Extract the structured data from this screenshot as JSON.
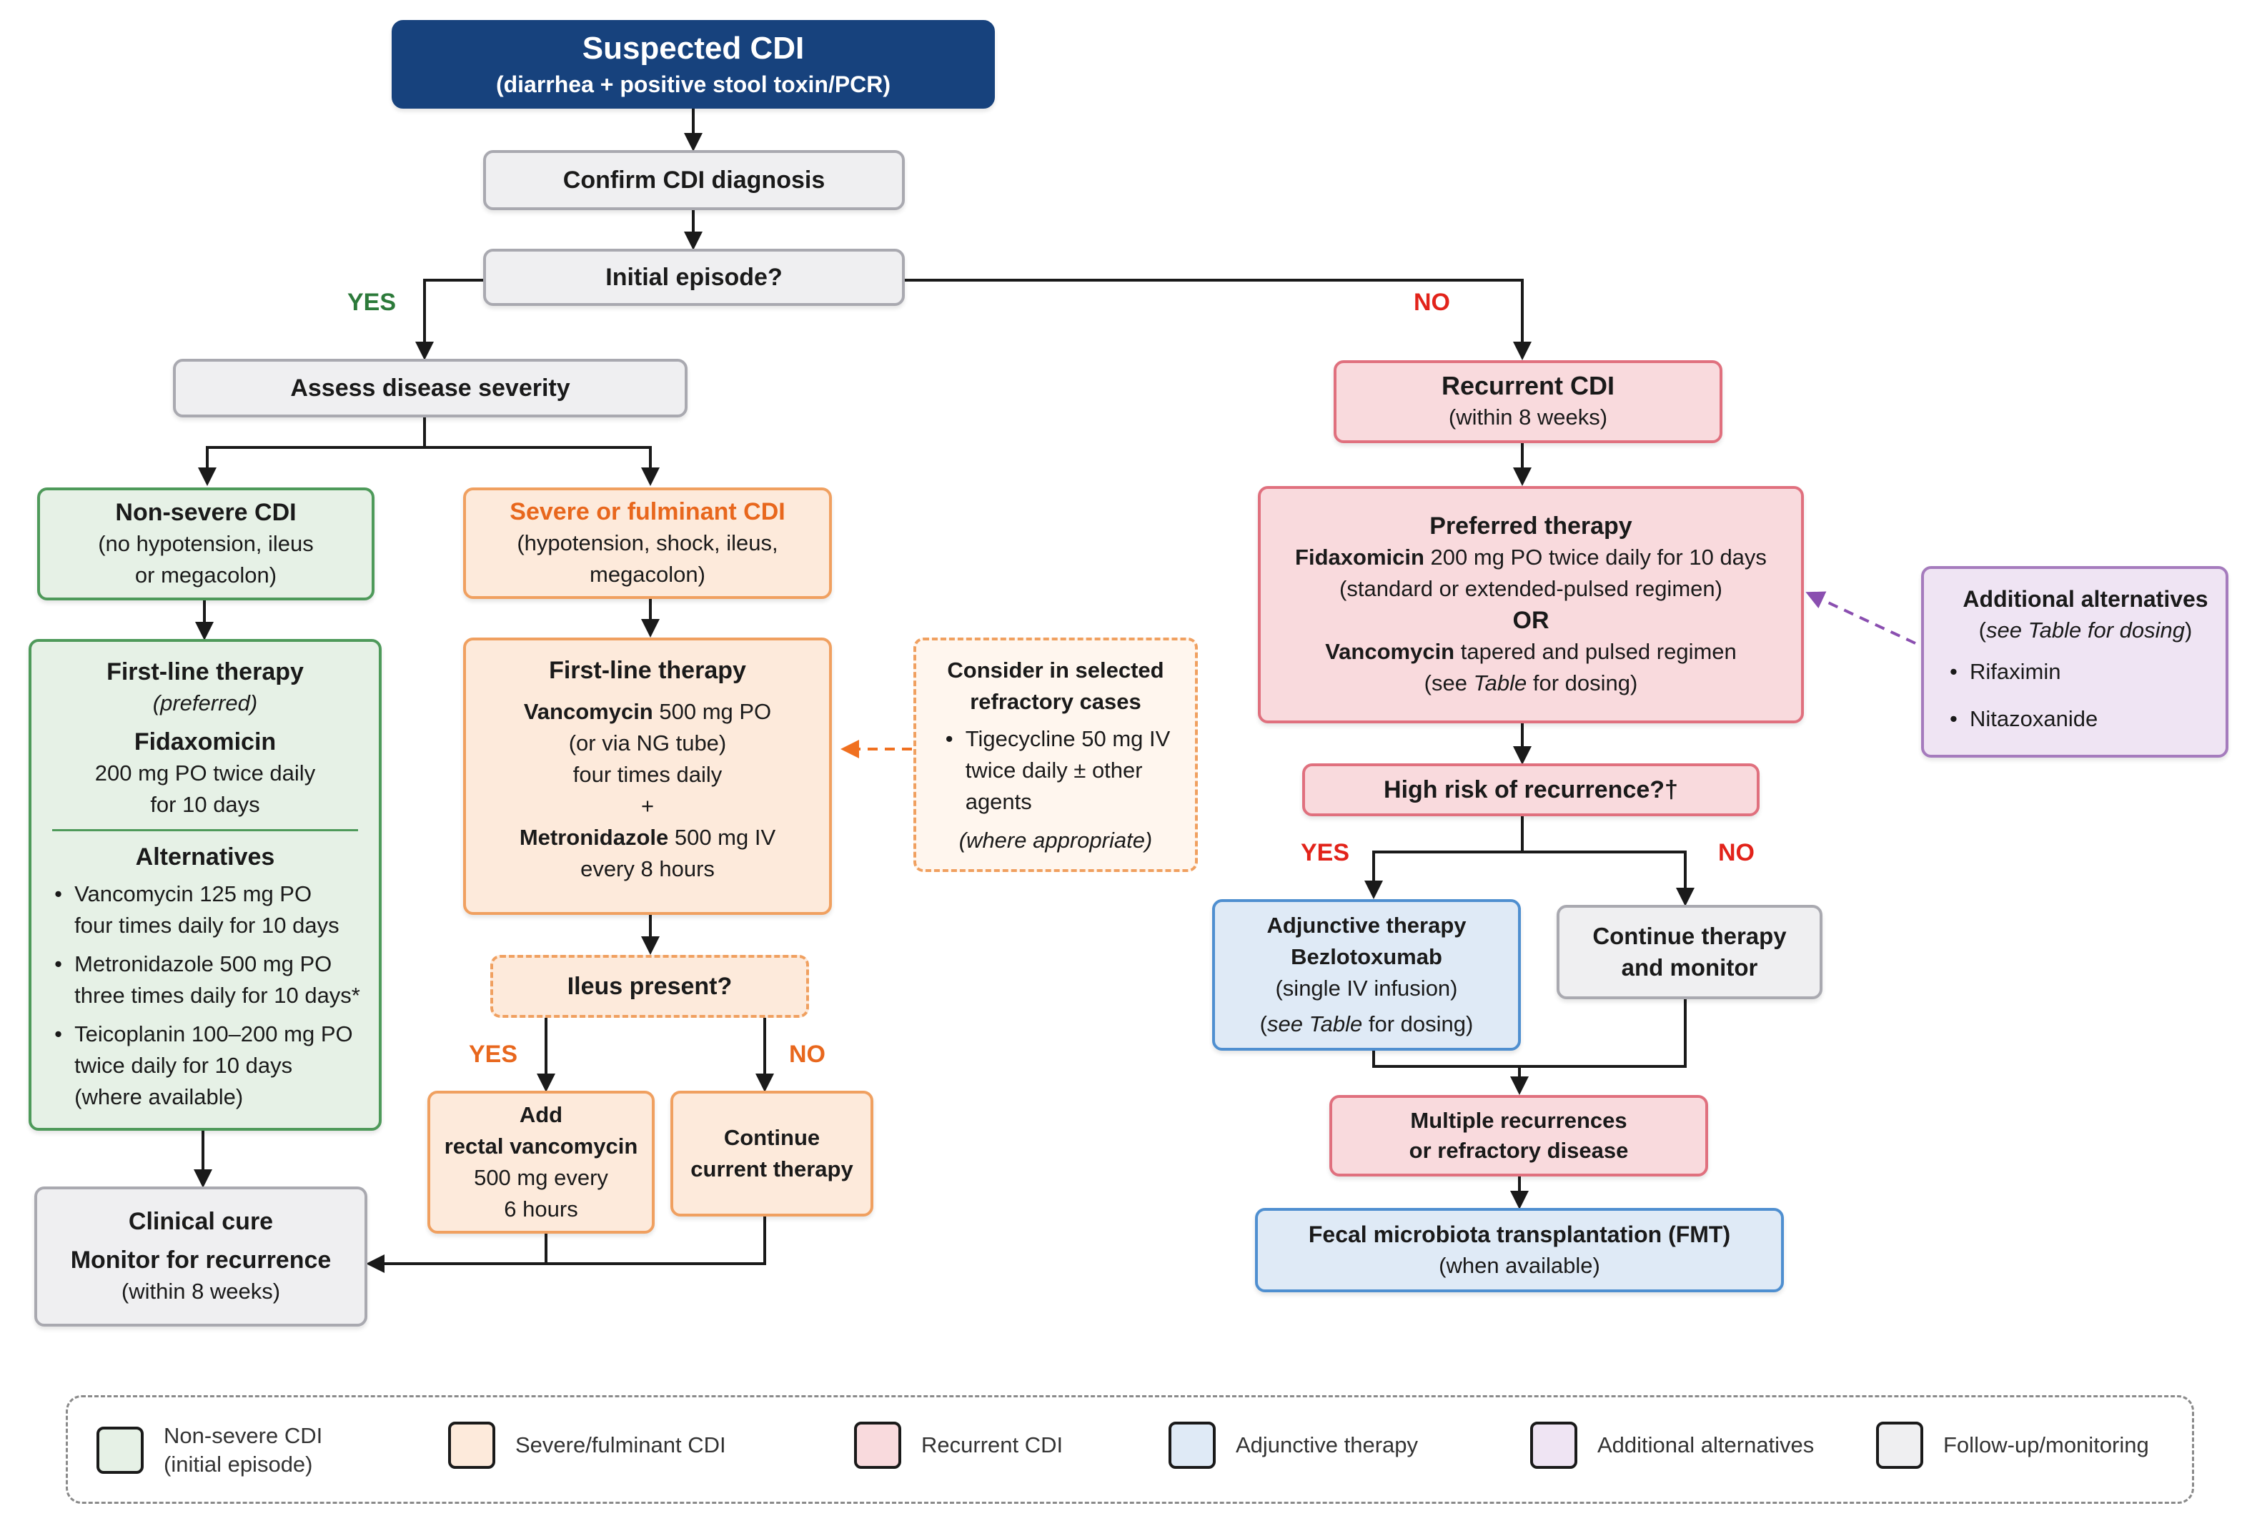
{
  "colors": {
    "header": "#17427d",
    "grey": "#a9a9b0",
    "green": "#4e9a5a",
    "orange": "#f0a060",
    "red": "#e0707e",
    "blue": "#4f8fd0",
    "purple": "#a57bbd",
    "orange_arrow": "#f07020",
    "purple_arrow": "#8a4fb0"
  },
  "nodes": {
    "suspected": {
      "title": "Suspected CDI",
      "subtitle": "(diarrhea + positive stool toxin/PCR)"
    },
    "confirm": {
      "title": "Confirm CDI diagnosis"
    },
    "initial": {
      "title": "Initial episode?"
    },
    "assess": {
      "title": "Assess disease severity"
    },
    "nonsevere": {
      "title": "Non-severe CDI",
      "line1": "(no hypotension, ileus",
      "line2": "or megacolon)"
    },
    "severe": {
      "title": "Severe or fulminant CDI",
      "line1": "(hypotension, shock, ileus,",
      "line2": "megacolon)"
    },
    "firstline_green": {
      "title": "First-line therapy",
      "note": "(preferred)",
      "drug": "Fidaxomicin",
      "dose1": "200 mg PO twice daily",
      "dose2": "for 10 days",
      "alt_title": "Alternatives",
      "alternatives": [
        {
          "l1": "Vancomycin 125 mg PO",
          "l2": "four times daily for 10 days",
          "l3": ""
        },
        {
          "l1": "Metronidazole 500 mg PO",
          "l2": "three times daily for 10 days*",
          "l3": ""
        },
        {
          "l1": "Teicoplanin 100–200 mg PO",
          "l2": "twice daily for 10 days",
          "l3": "(where available)"
        }
      ]
    },
    "firstline_orange": {
      "title": "First-line therapy",
      "drug1": "Vancomycin",
      "drug1_dose": " 500 mg PO",
      "l2": "(or via NG tube)",
      "l3": "four times daily",
      "plus": "+",
      "drug2": "Metronidazole",
      "drug2_dose": " 500 mg IV",
      "l5": "every 8 hours"
    },
    "refractory": {
      "title1": "Consider in selected",
      "title2": "refractory cases",
      "item1": "Tigecycline 50 mg IV",
      "item2": "twice daily ± other",
      "item3": "agents",
      "note": "(where appropriate)"
    },
    "ileus": {
      "title": "Ileus present?"
    },
    "add_rectal": {
      "title": "Add",
      "l1": "rectal vancomycin",
      "l2": "500 mg every",
      "l3": "6 hours"
    },
    "continue_current": {
      "l1": "Continue",
      "l2": "current therapy"
    },
    "clinical_cure": {
      "title": "Clinical cure",
      "l1": "Monitor for recurrence",
      "l2": "(within 8 weeks)"
    },
    "recurrent": {
      "title": "Recurrent CDI",
      "subtitle": "(within 8 weeks)"
    },
    "preferred": {
      "title": "Preferred therapy",
      "drug1": "Fidaxomicin",
      "drug1_dose": " 200 mg PO twice daily for 10 days",
      "l2": "(standard or extended-pulsed regimen)",
      "or": "OR",
      "drug2": "Vancomycin",
      "drug2_dose": " tapered and pulsed regimen",
      "see_pre": "(see ",
      "see_it": "Table",
      "see_post": " for dosing)"
    },
    "additional": {
      "title": "Additional alternatives",
      "see_pre": "(",
      "see_it": "see Table for dosing",
      "see_post": ")",
      "items": [
        "Rifaximin",
        "Nitazoxanide"
      ]
    },
    "high_risk": {
      "title": "High risk of recurrence?†"
    },
    "adjunctive": {
      "title": "Adjunctive therapy",
      "drug": "Bezlotoxumab",
      "l1": "(single IV infusion)",
      "see_pre": "(",
      "see_it": "see Table",
      "see_post": " for dosing)"
    },
    "continue_monitor": {
      "l1": "Continue therapy",
      "l2": "and monitor"
    },
    "multiple": {
      "l1": "Multiple recurrences",
      "l2": "or refractory disease"
    },
    "fmt": {
      "title": "Fecal microbiota transplantation (FMT)",
      "subtitle": "(when available)"
    }
  },
  "labels": {
    "initial_yes": "YES",
    "initial_no": "NO",
    "ileus_yes": "YES",
    "ileus_no": "NO",
    "risk_yes": "YES",
    "risk_no": "NO"
  },
  "legend": [
    {
      "l1": "Non-severe CDI",
      "l2": "(initial episode)",
      "swatch": "green"
    },
    {
      "l1": "Severe/fulminant CDI",
      "l2": "",
      "swatch": "orange"
    },
    {
      "l1": "Recurrent CDI",
      "l2": "",
      "swatch": "red"
    },
    {
      "l1": "Adjunctive therapy",
      "l2": "",
      "swatch": "blue"
    },
    {
      "l1": "Additional alternatives",
      "l2": "",
      "swatch": "purple"
    },
    {
      "l1": "Follow-up/monitoring",
      "l2": "",
      "swatch": "grey"
    }
  ]
}
